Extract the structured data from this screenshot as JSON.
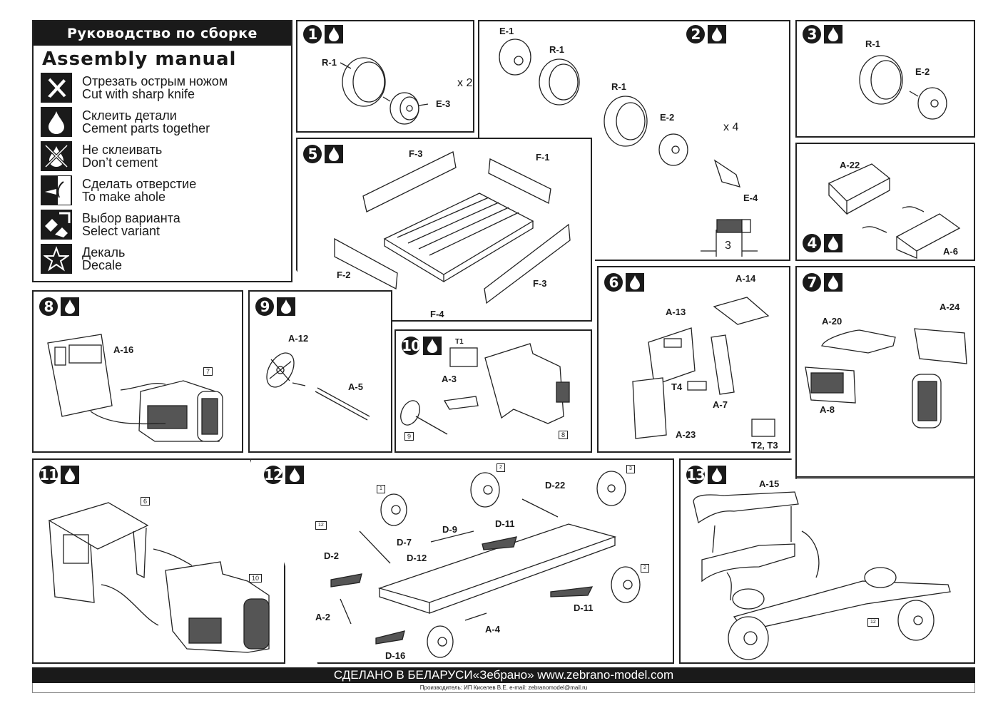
{
  "legend": {
    "title_ru": "Руководство по сборке",
    "title_en": "Assembly manual",
    "items": [
      {
        "icon": "knife-icon",
        "ru": "Отрезать острым ножом",
        "en": "Cut with sharp knife"
      },
      {
        "icon": "glue-drop-icon",
        "ru": "Склеить детали",
        "en": "Cement parts together"
      },
      {
        "icon": "no-glue-icon",
        "ru": "Не склеивать",
        "en": "Don’t cement"
      },
      {
        "icon": "drill-hole-icon",
        "ru": "Сделать отверстие",
        "en": "To make ahole"
      },
      {
        "icon": "select-variant-icon",
        "ru": "Выбор варианта",
        "en": "Select variant"
      },
      {
        "icon": "decal-star-icon",
        "ru": "Декаль",
        "en": "Decale"
      }
    ]
  },
  "steps": {
    "s1": {
      "num": "1",
      "labels": [
        "R-1",
        "E-3"
      ],
      "qty": "x 2"
    },
    "s2": {
      "num": "2",
      "labels": [
        "E-1",
        "R-1",
        "R-1",
        "E-2",
        "E-4"
      ],
      "qty": "x 4",
      "dimension": "3"
    },
    "s3": {
      "num": "3",
      "labels": [
        "R-1",
        "E-2"
      ]
    },
    "s4": {
      "num": "4",
      "labels": [
        "A-22",
        "A-6"
      ]
    },
    "s5": {
      "num": "5",
      "labels": [
        "F-3",
        "F-1",
        "F-2",
        "F-3",
        "F-4"
      ]
    },
    "s6": {
      "num": "6",
      "labels": [
        "A-14",
        "A-13",
        "T4",
        "A-7",
        "A-23",
        "T2, T3"
      ]
    },
    "s7": {
      "num": "7",
      "labels": [
        "A-20",
        "A-24",
        "A-8"
      ]
    },
    "s8": {
      "num": "8",
      "labels": [
        "A-16"
      ],
      "refs": [
        "7"
      ]
    },
    "s9": {
      "num": "9",
      "labels": [
        "A-12",
        "A-5"
      ]
    },
    "s10": {
      "num": "10",
      "labels": [
        "T1",
        "A-3"
      ],
      "refs": [
        "9",
        "8"
      ]
    },
    "s11": {
      "num": "11",
      "refs": [
        "6",
        "10"
      ]
    },
    "s12": {
      "num": "12",
      "labels": [
        "D-7",
        "D-2",
        "D-12",
        "A-2",
        "D-16",
        "D-9",
        "D-11",
        "D-22",
        "D-11",
        "A-4"
      ],
      "refs": [
        "1",
        "12",
        "2",
        "3",
        "2"
      ]
    },
    "s13": {
      "num": "13",
      "labels": [
        "A-15"
      ],
      "refs": [
        "12"
      ]
    }
  },
  "footer": {
    "main": "СДЕЛАНО В БЕЛАРУСИ«Зебрано» www.zebrano-model.com",
    "sub": "Производитель: ИП Киселев В.Е.  e-mail: zebranomodel@mail.ru"
  }
}
